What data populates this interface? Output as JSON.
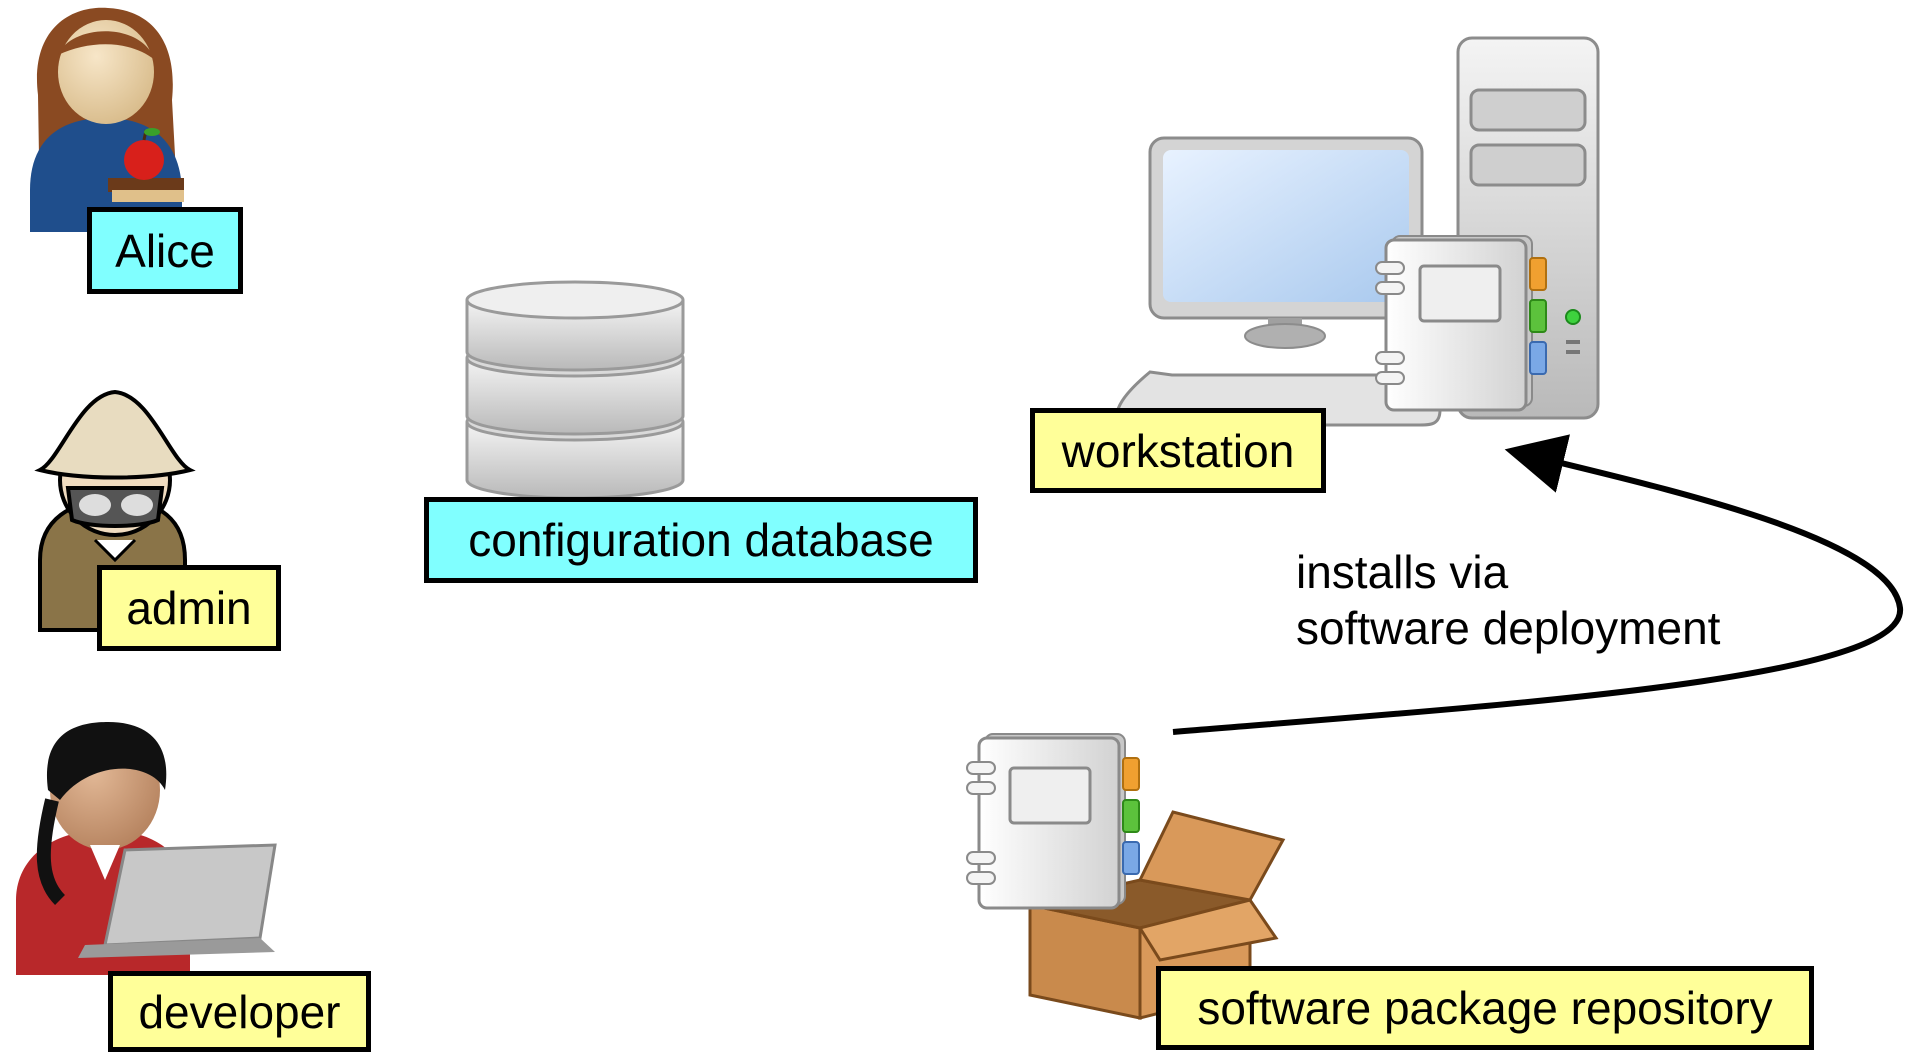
{
  "labels": {
    "alice": "Alice",
    "admin": "admin",
    "developer": "developer",
    "config_db": "configuration database",
    "workstation": "workstation",
    "repository": "software package repository"
  },
  "edge": {
    "line1": "installs via",
    "line2": "software deployment"
  },
  "colors": {
    "person_label": "#80ffff",
    "role_label": "#ffff99",
    "text": "#000000"
  },
  "icons": [
    "alice-avatar-icon",
    "admin-avatar-icon",
    "developer-avatar-icon",
    "database-icon",
    "computer-icon",
    "software-package-icon",
    "cardboard-box-icon"
  ]
}
